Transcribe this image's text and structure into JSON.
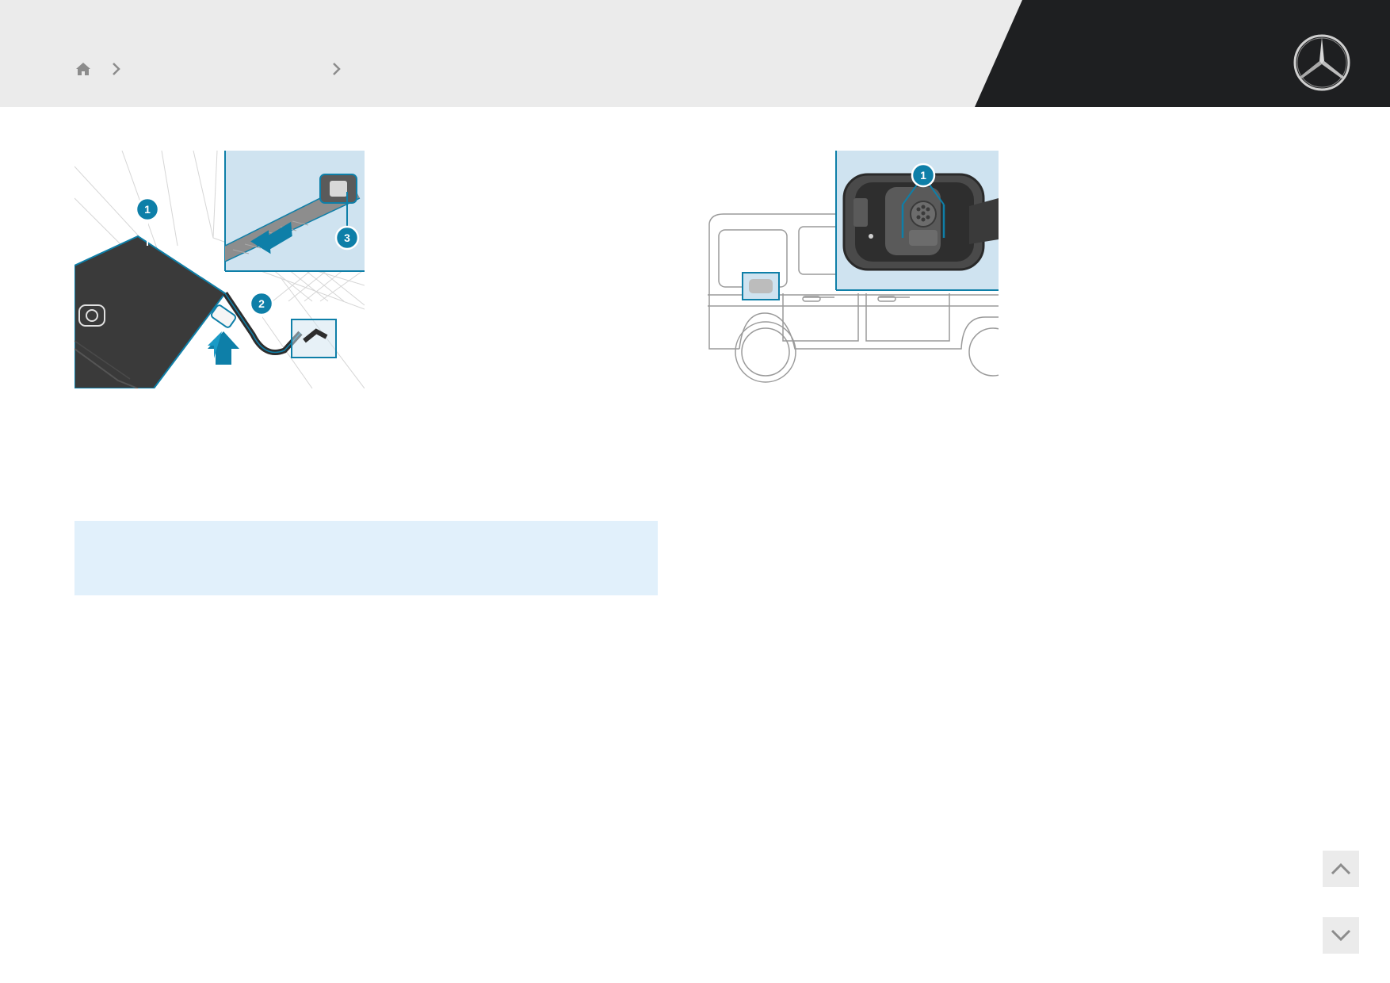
{
  "header": {
    "brand_logo": "mercedes-star-logo",
    "breadcrumb": {
      "home_icon": "home-icon",
      "separator_icon": "chevron-right-icon",
      "level1_label": "",
      "level2_label": ""
    }
  },
  "figures": {
    "charging_cable_bag": {
      "callouts": [
        "1",
        "2",
        "3"
      ]
    },
    "charging_socket": {
      "callouts": [
        "1"
      ]
    }
  },
  "notice": {
    "text": ""
  },
  "navigation": {
    "scroll_up_icon": "chevron-up-icon",
    "scroll_down_icon": "chevron-down-icon"
  },
  "colors": {
    "header_bg": "#ebebeb",
    "header_dark": "#1e1f21",
    "accent": "#0e7fa8",
    "figure_highlight": "#cfe3f0",
    "notice_bg": "#e1f0fb"
  }
}
